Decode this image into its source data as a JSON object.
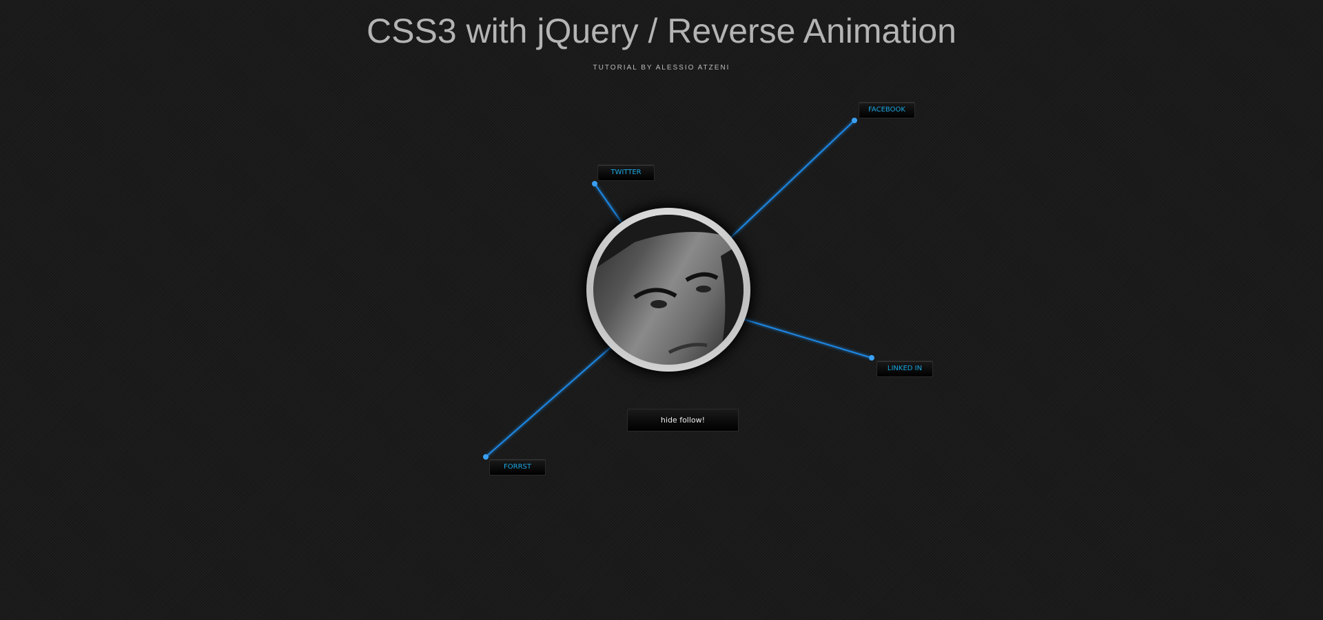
{
  "header": {
    "title": "CSS3 with jQuery / Reverse Animation",
    "subtitle": "TUTORIAL BY ALESSIO ATZENI"
  },
  "social_links": [
    {
      "label": "FACEBOOK"
    },
    {
      "label": "TWITTER"
    },
    {
      "label": "LINKED IN"
    },
    {
      "label": "FORRST"
    }
  ],
  "toggle_button": {
    "label": "hide follow!"
  },
  "colors": {
    "accent": "#19a6e0",
    "line": "#1e88e5",
    "background": "#1b1b1b"
  }
}
